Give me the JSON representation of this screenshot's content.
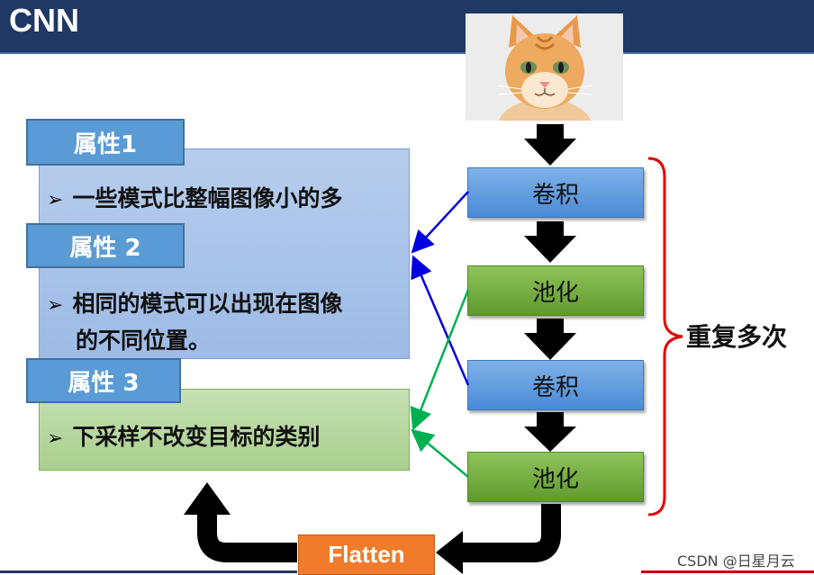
{
  "slide": {
    "title": "CNN"
  },
  "properties": [
    {
      "tab": "属性1",
      "bullets": [
        "一些模式比整幅图像小的多"
      ]
    },
    {
      "tab": "属性 2",
      "bullets": [
        "相同的模式可以出现在图像",
        "的不同位置。"
      ]
    },
    {
      "tab": "属性 3",
      "bullets": [
        "下采样不改变目标的类别"
      ]
    }
  ],
  "pipeline": {
    "steps": [
      "卷积",
      "池化",
      "卷积",
      "池化"
    ],
    "repeat_label": "重复多次",
    "flatten_label": "Flatten"
  },
  "bullet_marker": "➢",
  "watermark": "CSDN @日星月云",
  "colors": {
    "header": "#1f3864",
    "tab": "#5b9bd5",
    "conv": "#5b9bd5",
    "pool": "#70ad47",
    "flatten": "#f07b2a",
    "brace": "#e00000",
    "arrow_blue": "#0000e0",
    "arrow_green": "#00b050"
  }
}
